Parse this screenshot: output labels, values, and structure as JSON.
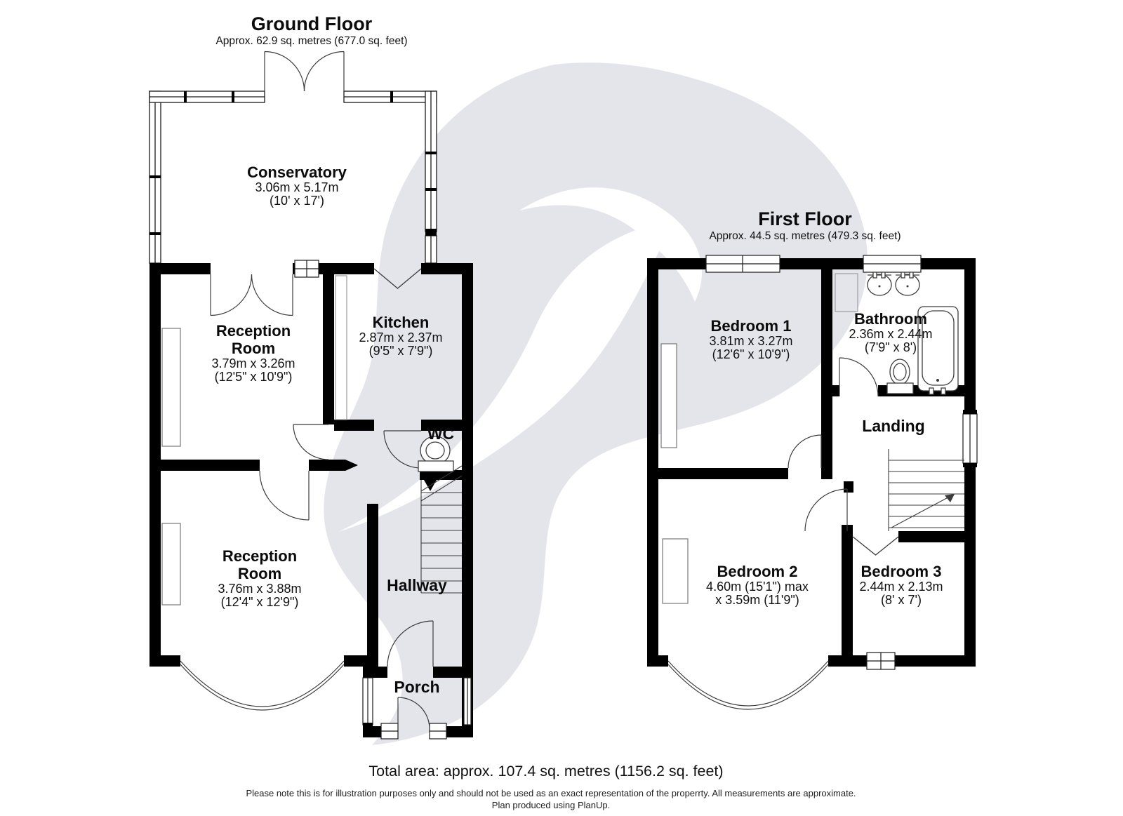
{
  "colors": {
    "walls": "#000000",
    "watermark": "#e4e4eb",
    "thin_line": "#3c3c3c"
  },
  "ground_floor": {
    "title": "Ground Floor",
    "area": "Approx. 62.9 sq. metres (677.0 sq. feet)",
    "rooms": {
      "conservatory": {
        "name": "Conservatory",
        "dims_metric": "3.06m x 5.17m",
        "dims_imperial": "(10' x 17')"
      },
      "reception_front": {
        "name_line1": "Reception",
        "name_line2": "Room",
        "dims_metric": "3.79m x 3.26m",
        "dims_imperial": "(12'5\" x 10'9\")"
      },
      "kitchen": {
        "name": "Kitchen",
        "dims_metric": "2.87m x 2.37m",
        "dims_imperial": "(9'5\" x 7'9\")"
      },
      "wc": {
        "name": "WC"
      },
      "reception_back": {
        "name_line1": "Reception",
        "name_line2": "Room",
        "dims_metric": "3.76m x 3.88m",
        "dims_imperial": "(12'4\" x 12'9\")"
      },
      "hallway": {
        "name": "Hallway"
      },
      "porch": {
        "name": "Porch"
      }
    }
  },
  "first_floor": {
    "title": "First Floor",
    "area": "Approx. 44.5 sq. metres (479.3 sq. feet)",
    "rooms": {
      "bedroom1": {
        "name": "Bedroom 1",
        "dims_metric": "3.81m x 3.27m",
        "dims_imperial": "(12'6\" x 10'9\")"
      },
      "bathroom": {
        "name": "Bathroom",
        "dims_metric": "2.36m x 2.44m",
        "dims_imperial": "(7'9\" x 8')"
      },
      "landing": {
        "name": "Landing"
      },
      "bedroom2": {
        "name": "Bedroom 2",
        "dims_line1": "4.60m (15'1\") max",
        "dims_line2": "x 3.59m (11'9\")"
      },
      "bedroom3": {
        "name": "Bedroom 3",
        "dims_metric": "2.44m x 2.13m",
        "dims_imperial": "(8' x 7')"
      }
    }
  },
  "footer": {
    "total_area": "Total area: approx. 107.4 sq. metres (1156.2 sq. feet)",
    "disclaimer": "Please note this is for illustration purposes only and should not be used as an exact representation of the properrty. All measurements are approximate.",
    "credit": "Plan produced using PlanUp."
  }
}
